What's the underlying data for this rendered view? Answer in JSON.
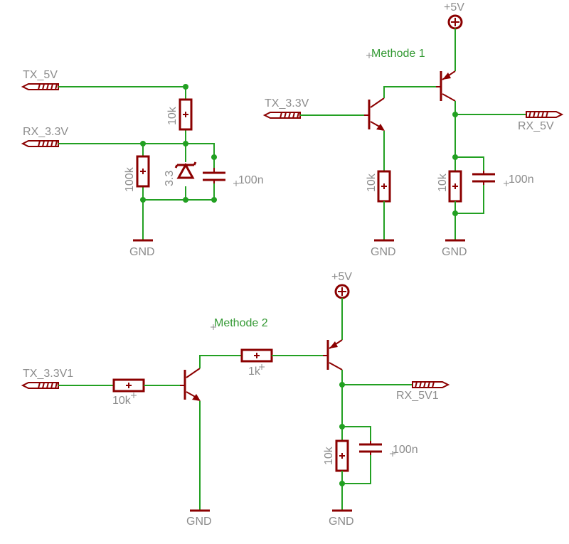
{
  "labels": {
    "methode1": "Methode 1",
    "methode2": "Methode 2",
    "plus5v_a": "+5V",
    "plus5v_b": "+5V",
    "tx_5v": "TX_5V",
    "rx_33v": "RX_3.3V",
    "tx_33v": "TX_3.3V",
    "rx_5v": "RX_5V",
    "tx_33v1": "TX_3.3V1",
    "rx_5v1": "RX_5V1",
    "gnd_a": "GND",
    "gnd_b": "GND",
    "gnd_c": "GND",
    "gnd_d": "GND",
    "gnd_e": "GND",
    "r_10k_a": "10k",
    "r_100k": "100k",
    "zener_33": "3.3",
    "c_100n_a": "100n",
    "r_10k_b": "10k",
    "r_10k_c": "10k",
    "c_100n_b": "100n",
    "r_10k_d": "10k",
    "r_1k": "1k",
    "r_10k_e": "10k",
    "c_100n_c": "100n"
  },
  "colors": {
    "wire": "#22a022",
    "part": "#8b0000",
    "label": "#8c8c8c",
    "title": "#339933"
  }
}
